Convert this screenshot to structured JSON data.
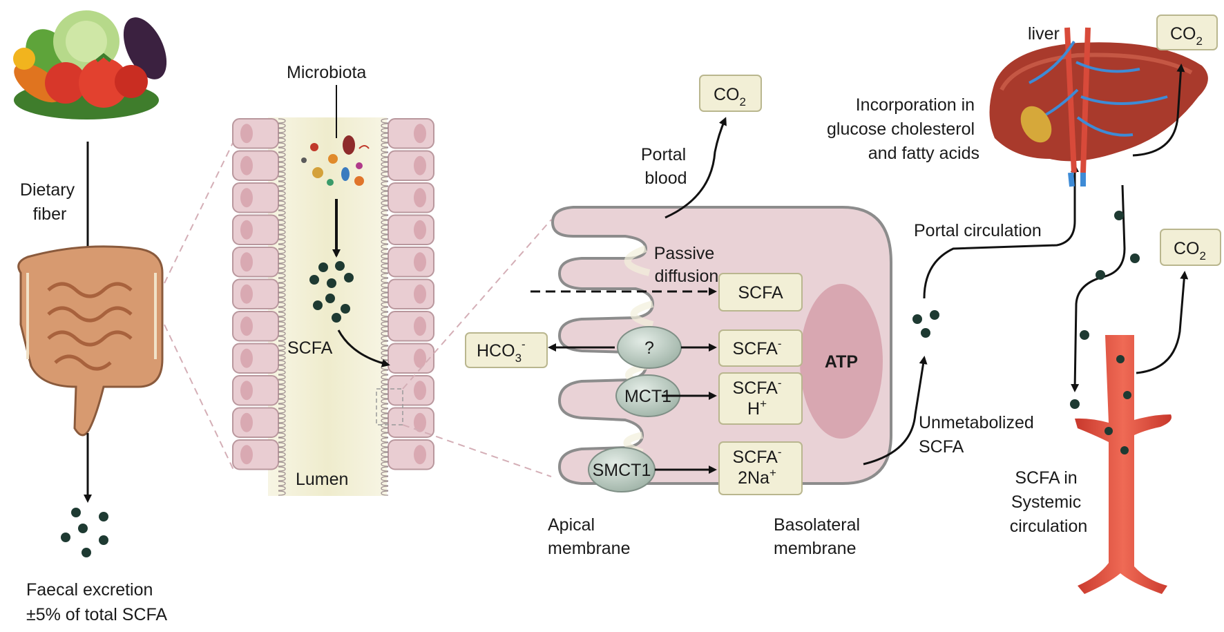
{
  "labels": {
    "dietary_fiber": [
      "Dietary",
      "fiber"
    ],
    "faecal_excretion": [
      "Faecal excretion",
      "±5% of total SCFA"
    ],
    "microbiota": "Microbiota",
    "scfa_lumen": "SCFA",
    "lumen": "Lumen",
    "portal_blood": [
      "Portal",
      "blood"
    ],
    "passive_diffusion": [
      "Passive",
      "diffusion"
    ],
    "apical_membrane": [
      "Apical",
      "membrane"
    ],
    "basolateral_membrane": [
      "Basolateral",
      "membrane"
    ],
    "atp": "ATP",
    "unknown_transporter": "?",
    "mct1": "MCT1",
    "smct1": "SMCT1",
    "portal_circulation": "Portal circulation",
    "unmetabolized_scfa": [
      "Unmetabolized",
      "SCFA"
    ],
    "liver": "liver",
    "incorporation": [
      "Incorporation in",
      "glucose cholesterol",
      "and fatty acids"
    ],
    "systemic": [
      "SCFA in",
      "Systemic",
      "circulation"
    ]
  },
  "boxes": {
    "co2": "CO",
    "co2_sub": "2",
    "scfa": "SCFA",
    "scfa_minus": "SCFA",
    "minus_sup": "-",
    "h_plus": "H",
    "plus_sup": "+",
    "two_na": "2Na",
    "hco3": "HCO",
    "hco3_sub": "3"
  },
  "colors": {
    "box_fill": "#f2efd6",
    "box_stroke": "#b9b68e",
    "cell_fill": "#e9d2d6",
    "cell_stroke": "#8a8a8a",
    "transporter_fill": "#b7c7bd",
    "dot": "#1e3a32",
    "vessel": "#d9483b",
    "lumen_bg": "#f4f2dc",
    "atp_fill": "#d8a7b1"
  }
}
